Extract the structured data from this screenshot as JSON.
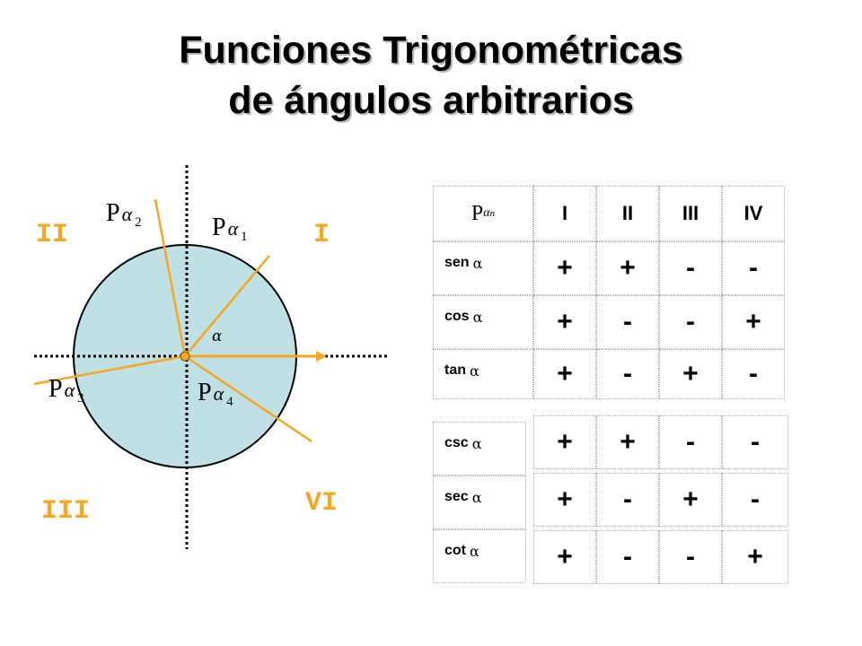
{
  "title": {
    "line1": "Funciones Trigonométricas",
    "line2": "de ángulos arbitrarios"
  },
  "diagram": {
    "quadrants": {
      "q1": "I",
      "q2": "II",
      "q3": "III",
      "q4": "VI"
    },
    "angle_label": "α",
    "points": [
      {
        "base": "P",
        "greek": "α",
        "index": "2"
      },
      {
        "base": "P",
        "greek": "α",
        "index": "1"
      },
      {
        "base": "P",
        "greek": "α",
        "index": "3"
      },
      {
        "base": "P",
        "greek": "α",
        "index": "4"
      }
    ],
    "colors": {
      "circle": "#bfe0e5",
      "rays": "#f5a623",
      "axes": "#000000"
    }
  },
  "table1": {
    "corner": {
      "base": "P",
      "greek": "α",
      "index": "n"
    },
    "headers": [
      "I",
      "II",
      "III",
      "IV"
    ],
    "rows": [
      {
        "label": "sen",
        "greek": "α",
        "signs": [
          "+",
          "+",
          "-",
          "-"
        ]
      },
      {
        "label": "cos",
        "greek": "α",
        "signs": [
          "+",
          "-",
          "-",
          "+"
        ]
      },
      {
        "label": "tan",
        "greek": "α",
        "signs": [
          "+",
          "-",
          "+",
          "-"
        ]
      }
    ]
  },
  "table2": {
    "rows": [
      {
        "label": "csc",
        "greek": "α",
        "signs": [
          "+",
          "+",
          "-",
          "-"
        ]
      },
      {
        "label": "sec",
        "greek": "α",
        "signs": [
          "+",
          "-",
          "+",
          "-"
        ]
      },
      {
        "label": "cot",
        "greek": "α",
        "signs": [
          "+",
          "-",
          "-",
          "+"
        ]
      }
    ]
  }
}
